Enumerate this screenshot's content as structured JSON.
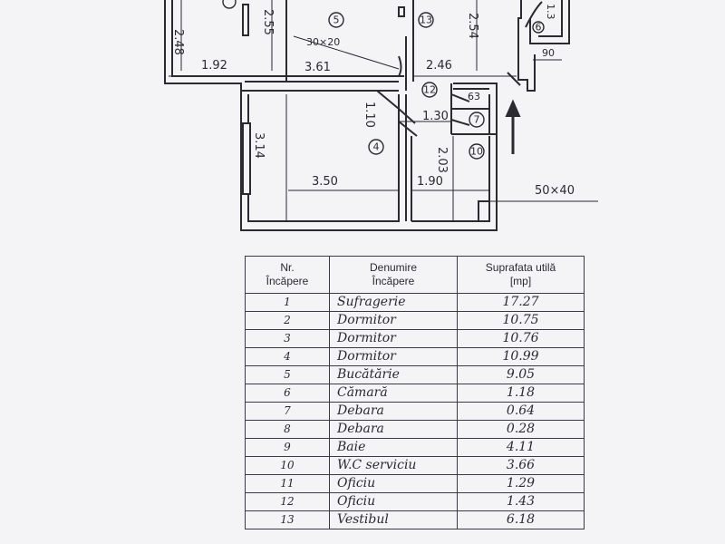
{
  "plan": {
    "dimensions": [
      "2.48",
      "2.55",
      "2.54",
      "1.92",
      "3.61",
      "2.46",
      "1.10",
      "1.30",
      "3.14",
      "2.03",
      "3.50",
      "1.90"
    ],
    "openings": [
      "30×20",
      "50×40",
      "63"
    ],
    "room_marks": [
      "5",
      "13",
      "6",
      "12",
      "7",
      "4",
      "10"
    ],
    "top_right_dim": "90",
    "top_right_small": "1.3"
  },
  "table": {
    "headers": [
      "Nr.\nÎncăpere",
      "Denumire\nÎncăpere",
      "Suprafata utilă\n[mp]"
    ],
    "rows": [
      {
        "nr": "1",
        "name": "Sufragerie",
        "area": "17.27"
      },
      {
        "nr": "2",
        "name": "Dormitor",
        "area": "10.75"
      },
      {
        "nr": "3",
        "name": "Dormitor",
        "area": "10.76"
      },
      {
        "nr": "4",
        "name": "Dormitor",
        "area": "10.99"
      },
      {
        "nr": "5",
        "name": "Bucătărie",
        "area": "9.05"
      },
      {
        "nr": "6",
        "name": "Cămară",
        "area": "1.18"
      },
      {
        "nr": "7",
        "name": "Debara",
        "area": "0.64"
      },
      {
        "nr": "8",
        "name": "Debara",
        "area": "0.28"
      },
      {
        "nr": "9",
        "name": "Baie",
        "area": "4.11"
      },
      {
        "nr": "10",
        "name": "W.C serviciu",
        "area": "3.66"
      },
      {
        "nr": "11",
        "name": "Oficiu",
        "area": "1.29"
      },
      {
        "nr": "12",
        "name": "Oficiu",
        "area": "1.43"
      },
      {
        "nr": "13",
        "name": "Vestibul",
        "area": "6.18"
      }
    ]
  }
}
